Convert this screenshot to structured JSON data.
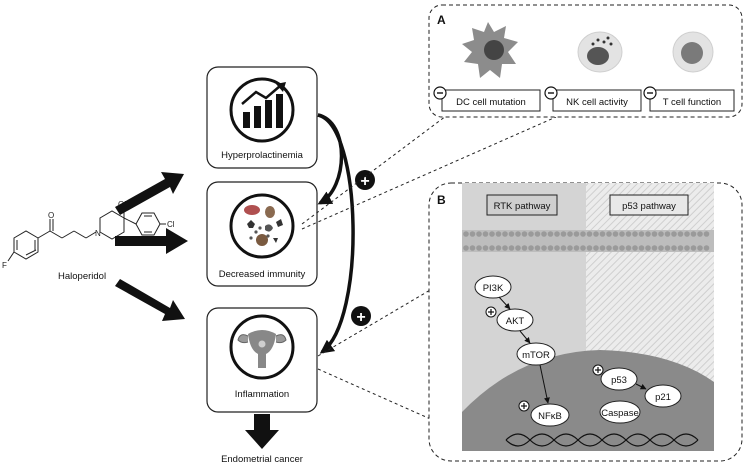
{
  "drug": {
    "name": "Haloperidol",
    "atom_cl": "Cl",
    "atom_f": "F",
    "atom_oh": "OH",
    "atom_n": "N",
    "atom_o": "O"
  },
  "effects": {
    "hyperprolactinemia": "Hyperprolactinemia",
    "decreased_immunity": "Decreased immunity",
    "inflammation": "Inflammation"
  },
  "outcome": "Endometrial cancer",
  "plus_symbol": "+",
  "minus_symbol": "−",
  "panel_a": {
    "label": "A",
    "items": [
      "DC cell mutation",
      "NK cell activity",
      "T cell function"
    ]
  },
  "panel_b": {
    "label": "B",
    "rtk_title": "RTK pathway",
    "p53_title": "p53 pathway",
    "nodes": {
      "pi3k": "PI3K",
      "akt": "AKT",
      "mtor": "mTOR",
      "nfkb": "NFκB",
      "p53": "p53",
      "p21": "p21",
      "caspase": "Caspase"
    }
  }
}
